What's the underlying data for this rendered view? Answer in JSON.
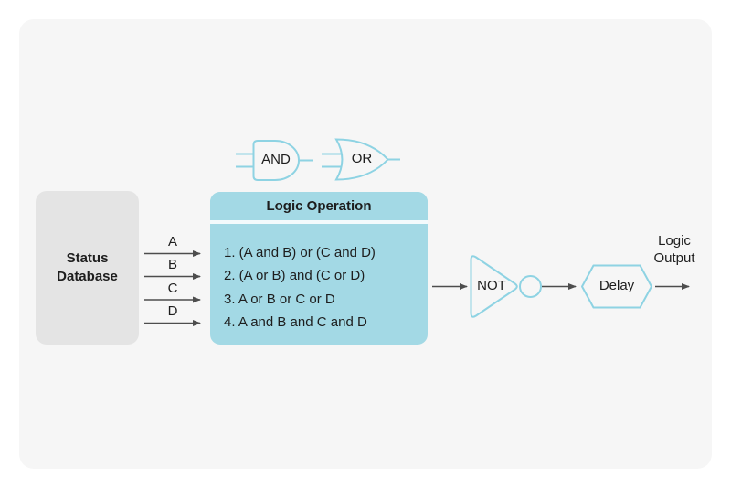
{
  "colors": {
    "page_bg": "#ffffff",
    "panel_bg": "#f6f6f6",
    "cyan_fill": "#a3d9e5",
    "cyan_stroke": "#8ed3e3",
    "separator": "#f3fafc",
    "gray_box": "#e4e4e4",
    "arrow": "#4d4d4d",
    "text": "#1d1d1d"
  },
  "status_database": {
    "label": "Status Database"
  },
  "input_labels": [
    "A",
    "B",
    "C",
    "D"
  ],
  "gate_legend": {
    "and_label": "AND",
    "or_label": "OR"
  },
  "logic_operation": {
    "title": "Logic Operation",
    "rules": [
      "1. (A and B) or (C and D)",
      "2. (A or B) and (C or D)",
      "3. A or B or C or D",
      "4. A and B and C and D"
    ]
  },
  "not_gate": {
    "label": "NOT"
  },
  "delay": {
    "label": "Delay"
  },
  "output": {
    "label": "Logic Output"
  }
}
